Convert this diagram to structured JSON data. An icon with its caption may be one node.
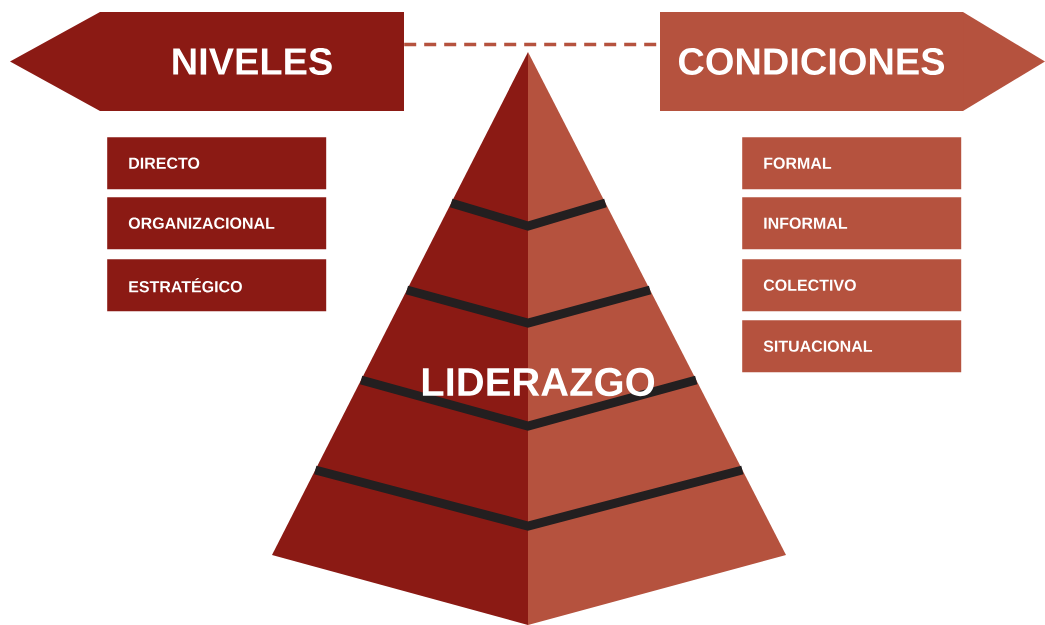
{
  "diagram": {
    "nodes": [
      {
        "text": [
          "NIVELES"
        ]
      },
      {
        "text": [
          "CONDICIONES"
        ]
      },
      {
        "text": [
          "LIDERAZGO"
        ]
      },
      {
        "text": [
          "DIRECTO"
        ]
      },
      {
        "text": [
          "ORGANIZACIONAL"
        ]
      },
      {
        "text": [
          "ESTRATÉGICO"
        ]
      },
      {
        "text": [
          "FORMAL"
        ]
      },
      {
        "text": [
          "INFORMAL"
        ]
      },
      {
        "text": [
          "COLECTIVO"
        ]
      },
      {
        "text": [
          "SITUACIONAL"
        ]
      }
    ],
    "edges": [
      {
        "from": 0,
        "to": 1,
        "arrow": "none",
        "style": "dashed"
      }
    ]
  }
}
